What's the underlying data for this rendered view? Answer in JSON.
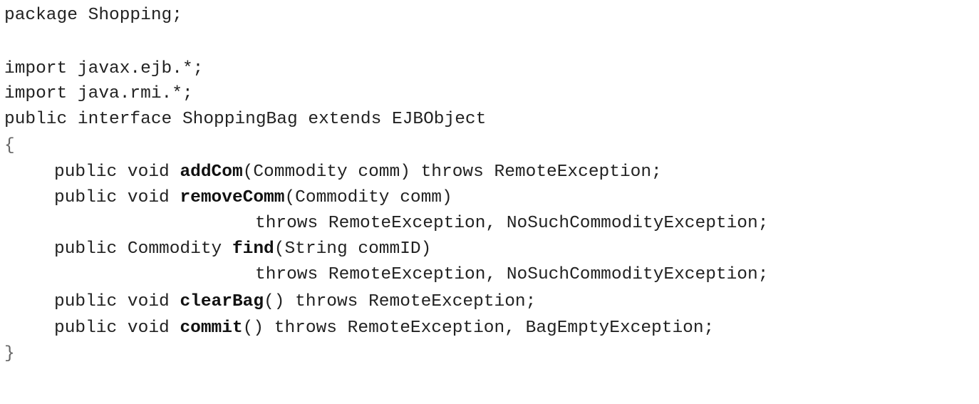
{
  "code": {
    "package_line": "package Shopping;",
    "import1": "import javax.ejb.*;",
    "import2": "import java.rmi.*;",
    "interface_decl": "public interface ShoppingBag extends EJBObject",
    "open_brace": "{",
    "close_brace": "}",
    "methods": {
      "add": {
        "prefix": "public void ",
        "name": "addCom",
        "suffix": "(Commodity comm) throws RemoteException;"
      },
      "remove": {
        "prefix": "public void ",
        "name": "removeComm",
        "suffix": "(Commodity comm)"
      },
      "remove_throws": "throws RemoteException, NoSuchCommodityException;",
      "find": {
        "prefix": "public Commodity ",
        "name": "find",
        "suffix": "(String commID)"
      },
      "find_throws": "throws RemoteException, NoSuchCommodityException;",
      "clear": {
        "prefix": "public void ",
        "name": "clearBag",
        "suffix": "() throws RemoteException;"
      },
      "commit": {
        "prefix": "public void ",
        "name": "commit",
        "suffix": "() throws RemoteException, BagEmptyException;"
      }
    }
  }
}
